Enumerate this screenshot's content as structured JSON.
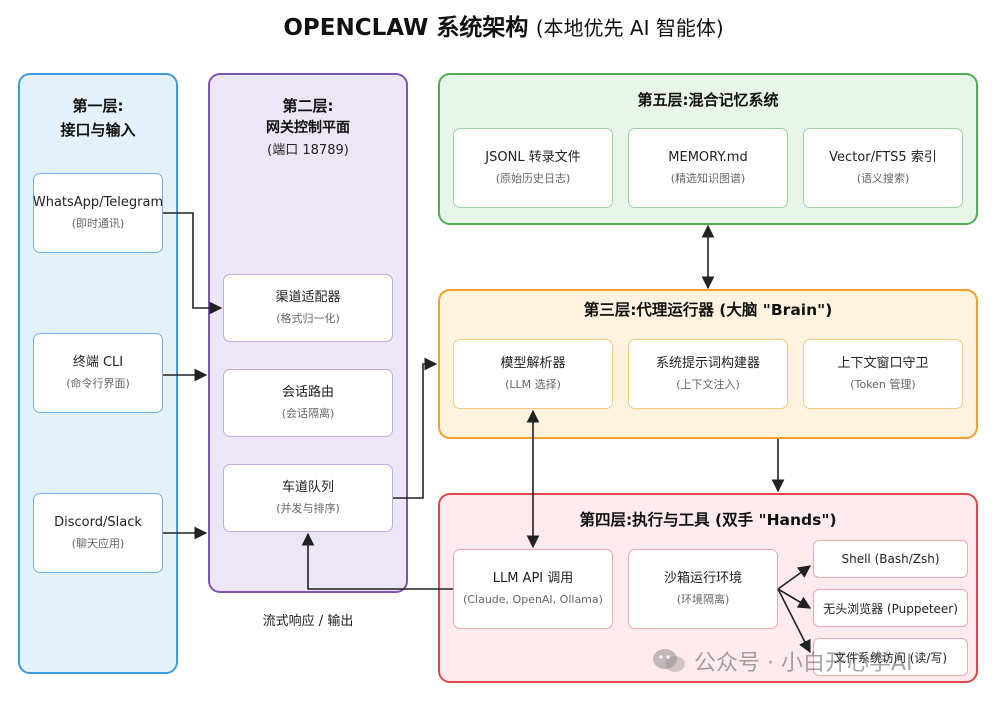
{
  "title": {
    "main": "OPENCLAW 系统架构",
    "sub": "(本地优先 AI 智能体)"
  },
  "layer1": {
    "title": "第一层:",
    "subtitle": "接口与输入",
    "nodes": [
      {
        "title": "WhatsApp/Telegram",
        "sub": "(即时通讯)"
      },
      {
        "title": "终端 CLI",
        "sub": "(命令行界面)"
      },
      {
        "title": "Discord/Slack",
        "sub": "(聊天应用)"
      }
    ]
  },
  "layer2": {
    "title": "第二层:",
    "subtitle": "网关控制平面",
    "note": "(端口 18789)",
    "nodes": [
      {
        "title": "渠道适配器",
        "sub": "(格式归一化)"
      },
      {
        "title": "会话路由",
        "sub": "(会话隔离)"
      },
      {
        "title": "车道队列",
        "sub": "(并发与排序)"
      }
    ]
  },
  "layer3": {
    "title": "第三层:代理运行器 (大脑 \"Brain\")",
    "nodes": [
      {
        "title": "模型解析器",
        "sub": "(LLM 选择)"
      },
      {
        "title": "系统提示词构建器",
        "sub": "(上下文注入)"
      },
      {
        "title": "上下文窗口守卫",
        "sub": "(Token 管理)"
      }
    ]
  },
  "layer4": {
    "title": "第四层:执行与工具 (双手 \"Hands\")",
    "nodes": [
      {
        "title": "LLM API 调用",
        "sub": "(Claude, OpenAI, Ollama)"
      },
      {
        "title": "沙箱运行环境",
        "sub": "(环境隔离)"
      }
    ],
    "tools": [
      "Shell (Bash/Zsh)",
      "无头浏览器 (Puppeteer)",
      "文件系统访问 (读/写)"
    ]
  },
  "layer5": {
    "title": "第五层:混合记忆系统",
    "nodes": [
      {
        "title": "JSONL 转录文件",
        "sub": "(原始历史日志)"
      },
      {
        "title": "MEMORY.md",
        "sub": "(精选知识图谱)"
      },
      {
        "title": "Vector/FTS5 索引",
        "sub": "(语义搜索)"
      }
    ]
  },
  "stream_label": "流式响应 / 输出",
  "watermark": "公众号 · 小白开心学AI",
  "colors": {
    "layer1": "#3d9be0",
    "layer2": "#7d57b5",
    "layer3": "#f0a02c",
    "layer4": "#e0474c",
    "layer5": "#4fae55"
  }
}
